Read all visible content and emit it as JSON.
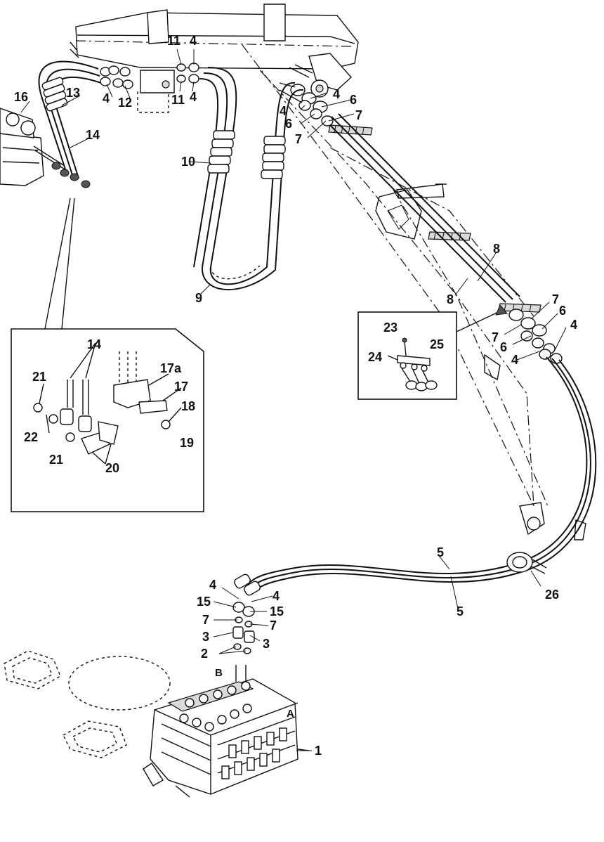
{
  "labels": {
    "l1": "1",
    "l2": "2",
    "l3a": "3",
    "l3b": "3",
    "l4a": "4",
    "l4b": "4",
    "l4c": "4",
    "l4d": "4",
    "l4e": "4",
    "l4f": "4",
    "l4g": "4",
    "l4h": "4",
    "l4i": "4",
    "l5a": "5",
    "l5b": "5",
    "l6a": "6",
    "l6b": "6",
    "l6c": "6",
    "l6d": "6",
    "l7a": "7",
    "l7b": "7",
    "l7c": "7",
    "l7d": "7",
    "l7e": "7",
    "l7f": "7",
    "l8a": "8",
    "l8b": "8",
    "l9": "9",
    "l10": "10",
    "l11a": "11",
    "l11b": "11",
    "l12": "12",
    "l13": "13",
    "l14a": "14",
    "l14b": "14",
    "l15a": "15",
    "l15b": "15",
    "l16": "16",
    "l17": "17",
    "l17a": "17a",
    "l18": "18",
    "l19": "19",
    "l20": "20",
    "l21a": "21",
    "l21b": "21",
    "l22": "22",
    "l23": "23",
    "l24": "24",
    "l25": "25",
    "l26": "26",
    "port_a": "A",
    "port_b": "B"
  }
}
